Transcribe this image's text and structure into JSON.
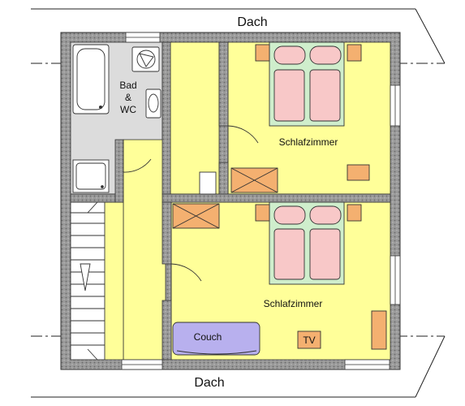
{
  "roof": {
    "top_label": "Dach",
    "bottom_label": "Dach"
  },
  "rooms": {
    "bathroom": {
      "label_line1": "Bad",
      "label_line2": "&",
      "label_line3": "WC"
    },
    "bedroom_upper": {
      "label": "Schlafzimmer"
    },
    "bedroom_lower": {
      "label": "Schlafzimmer"
    }
  },
  "furniture": {
    "couch_label": "Couch",
    "tv_label": "TV"
  },
  "colors": {
    "floor": "#ffff99",
    "bath_floor": "#dcdcdc",
    "wall_fill": "#8c8c8c",
    "bed_frame": "#cfeecc",
    "mattress": "#f8c8c8",
    "cabinet": "#f4b070",
    "couch": "#b8b0ee",
    "window": "#ffffff"
  }
}
